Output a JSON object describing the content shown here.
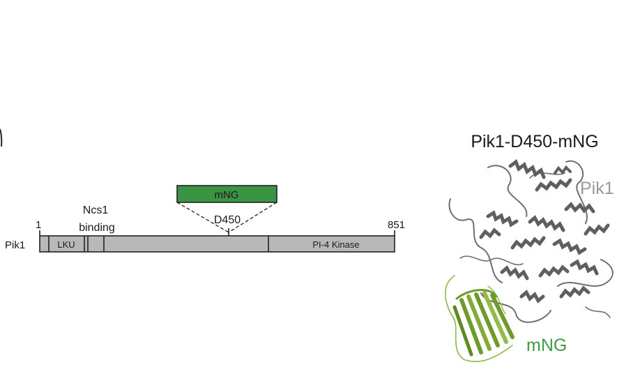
{
  "left_panel": {
    "protein_label": "Pik1",
    "start_position": "1",
    "end_position": "851",
    "ncs1_line1": "Ncs1",
    "ncs1_line2": "binding",
    "lku_label": "LKU",
    "kinase_label": "PI-4 Kinase",
    "insert_label": "mNG",
    "insert_site": "D450"
  },
  "right_panel": {
    "title": "Pik1-D450-mNG",
    "pik1_label": "Pik1",
    "mng_label": "mNG"
  },
  "colors": {
    "domain_fill": "#b8b8b8",
    "outline": "#222222",
    "insert_fill": "#3a9444",
    "pik1_label": "#9a9a9a",
    "mng_label": "#3f9a45",
    "structure_gray": "#6e6e6e",
    "structure_green": "#6f9a2d"
  }
}
